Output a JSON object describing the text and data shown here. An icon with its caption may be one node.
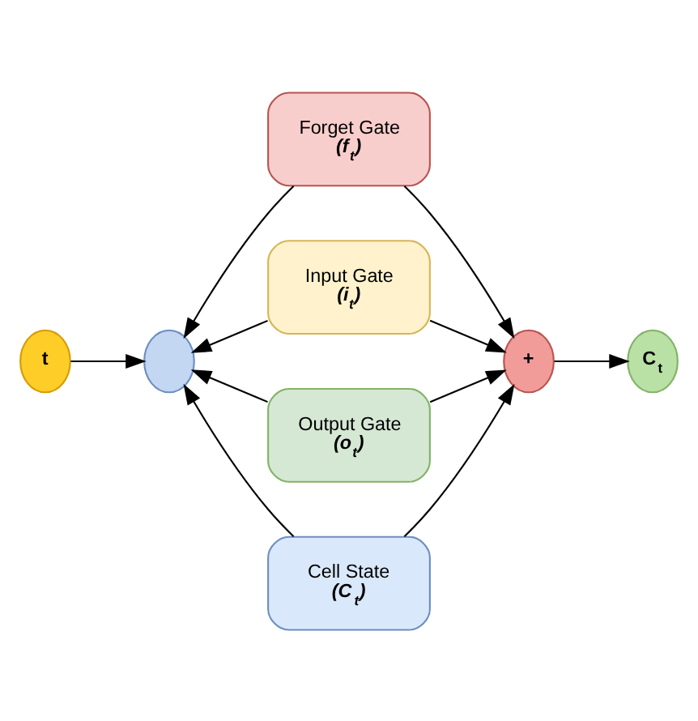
{
  "diagram": {
    "nodes": [
      {
        "text": [
          "t"
        ]
      },
      {
        "text": [],
        "shape": "circle"
      },
      {
        "text": [
          "Forget Gate",
          "(f$_{t}$)"
        ]
      },
      {
        "text": [
          "Input Gate",
          "(i$_{t}$)"
        ]
      },
      {
        "text": [
          "Output Gate",
          "(o$_{t}$)"
        ]
      },
      {
        "text": [
          "Cell State",
          "(C$_{t}$)"
        ]
      },
      {
        "text": [
          "+"
        ]
      },
      {
        "text": [
          "C$_{t}$"
        ]
      }
    ],
    "edges": [
      {
        "from": 0,
        "to": 1,
        "arrow": "to"
      },
      {
        "from": 2,
        "to": 1,
        "arrow": "to"
      },
      {
        "from": 2,
        "to": 6,
        "arrow": "to"
      },
      {
        "from": 3,
        "to": 1,
        "arrow": "to"
      },
      {
        "from": 4,
        "to": 1,
        "arrow": "to"
      },
      {
        "from": 3,
        "to": 6,
        "arrow": "to"
      },
      {
        "from": 4,
        "to": 6,
        "arrow": "to"
      },
      {
        "from": 5,
        "to": 1,
        "arrow": "to"
      },
      {
        "from": 5,
        "to": 6,
        "arrow": "to"
      },
      {
        "from": 6,
        "to": 7,
        "arrow": "to"
      }
    ]
  }
}
